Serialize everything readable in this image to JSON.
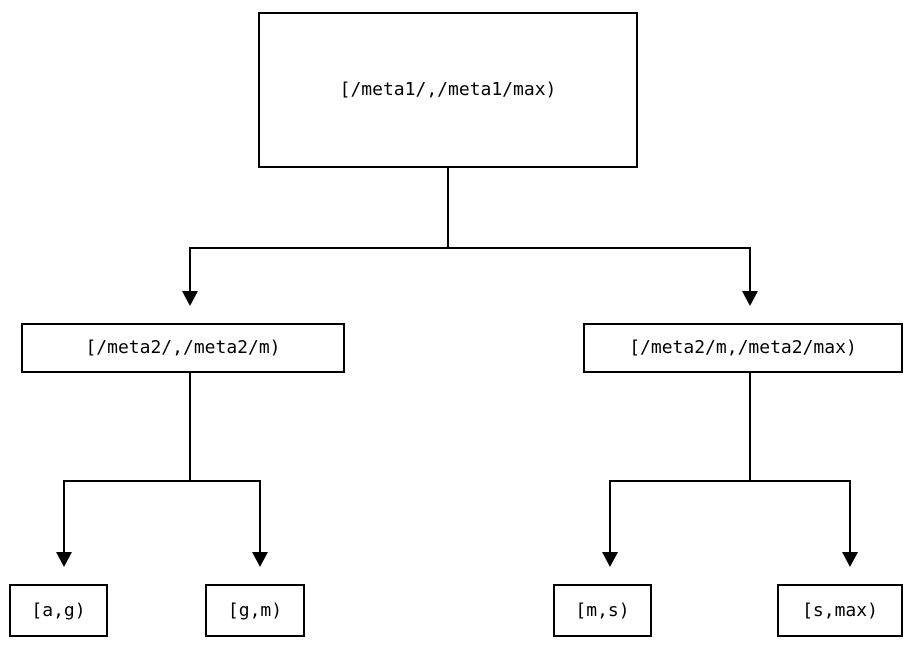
{
  "diagram": {
    "type": "binary-tree",
    "title": "",
    "colors": {
      "background": "#ffffff",
      "stroke": "#000000",
      "text": "#000000",
      "node_fill": "#ffffff"
    },
    "nodes": {
      "root": {
        "label": "[/meta1/,/meta1/max)"
      },
      "mid_left": {
        "label": "[/meta2/,/meta2/m)"
      },
      "mid_right": {
        "label": "[/meta2/m,/meta2/max)"
      },
      "leaf_1": {
        "label": "[a,g)"
      },
      "leaf_2": {
        "label": "[g,m)"
      },
      "leaf_3": {
        "label": "[m,s)"
      },
      "leaf_4": {
        "label": "[s,max)"
      }
    },
    "edges": [
      {
        "from": "root",
        "to": "mid_left",
        "arrow": "down"
      },
      {
        "from": "root",
        "to": "mid_right",
        "arrow": "down"
      },
      {
        "from": "mid_left",
        "to": "leaf_1",
        "arrow": "down"
      },
      {
        "from": "mid_left",
        "to": "leaf_2",
        "arrow": "down"
      },
      {
        "from": "mid_right",
        "to": "leaf_3",
        "arrow": "down"
      },
      {
        "from": "mid_right",
        "to": "leaf_4",
        "arrow": "down"
      }
    ]
  }
}
